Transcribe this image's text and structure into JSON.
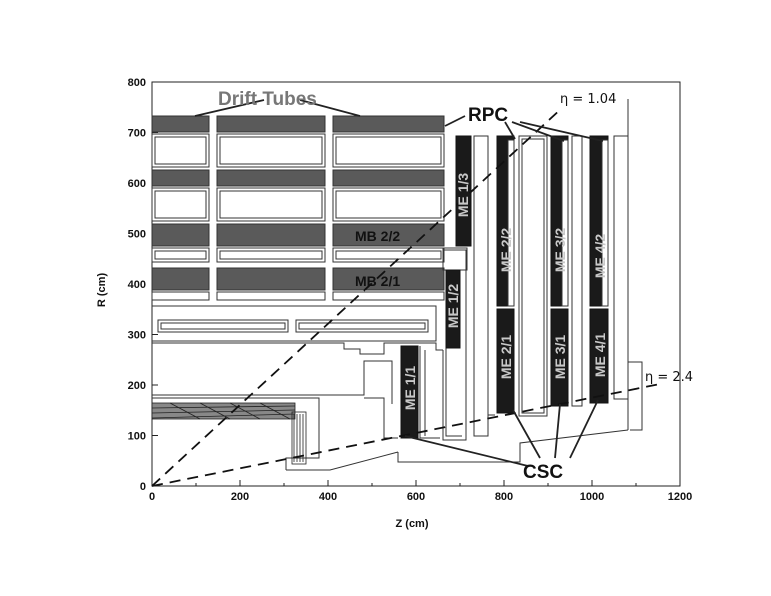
{
  "axes": {
    "x_label": "Z (cm)",
    "y_label": "R (cm)",
    "x_ticks": [
      "0",
      "200",
      "400",
      "600",
      "800",
      "1000",
      "1200"
    ],
    "y_ticks": [
      "0",
      "100",
      "200",
      "300",
      "400",
      "500",
      "600",
      "700",
      "800"
    ],
    "x_range": [
      0,
      1200
    ],
    "y_range": [
      0,
      800
    ]
  },
  "labels": {
    "drift_tubes": "Drift Tubes",
    "rpc": "RPC",
    "csc": "CSC",
    "eta_104": "η = 1.04",
    "eta_24": "η = 2.4",
    "mb22": "MB 2/2",
    "mb21": "MB 2/1",
    "me11": "ME 1/1",
    "me12": "ME 1/2",
    "me13": "ME 1/3",
    "me21": "ME 2/1",
    "me22": "ME 2/2",
    "me31": "ME 3/1",
    "me32": "ME 3/2",
    "me41": "ME 4/1",
    "me42": "ME 4/2"
  },
  "colors": {
    "dark_chamber": "#1a1a1a",
    "gray_chamber": "#5a5a5a",
    "outline": "#333333"
  }
}
